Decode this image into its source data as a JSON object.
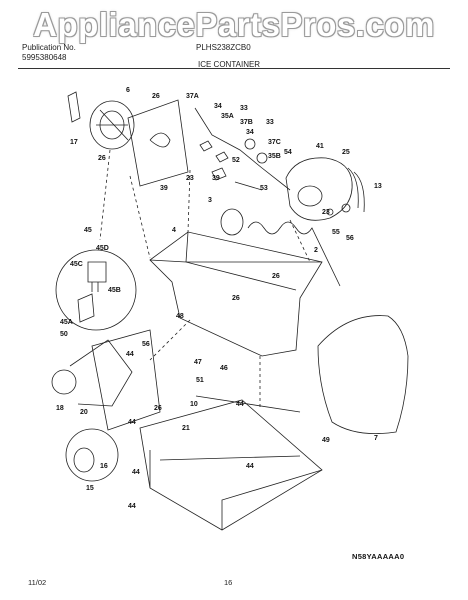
{
  "watermark": "AppliancePartsPros.com",
  "header": {
    "pub_label": "Publication No.",
    "pub_number": "5995380648",
    "model": "PLHS238ZCB0",
    "section_title": "ICE CONTAINER"
  },
  "callouts": [
    "6",
    "17",
    "26",
    "26",
    "39",
    "23",
    "39",
    "37A",
    "34",
    "35A",
    "33",
    "37B",
    "34",
    "33",
    "52",
    "37C",
    "53",
    "35B",
    "54",
    "41",
    "25",
    "13",
    "23",
    "55",
    "56",
    "3",
    "4",
    "2",
    "26",
    "26",
    "45",
    "45D",
    "45C",
    "45B",
    "50",
    "45A",
    "48",
    "47",
    "46",
    "44",
    "56",
    "18",
    "20",
    "44",
    "51",
    "21",
    "10",
    "44",
    "16",
    "44",
    "49",
    "7",
    "15",
    "44",
    "26",
    "44"
  ],
  "diagram_code": "N58YAAAAA0",
  "footer": {
    "date": "11/02",
    "page": "16"
  }
}
